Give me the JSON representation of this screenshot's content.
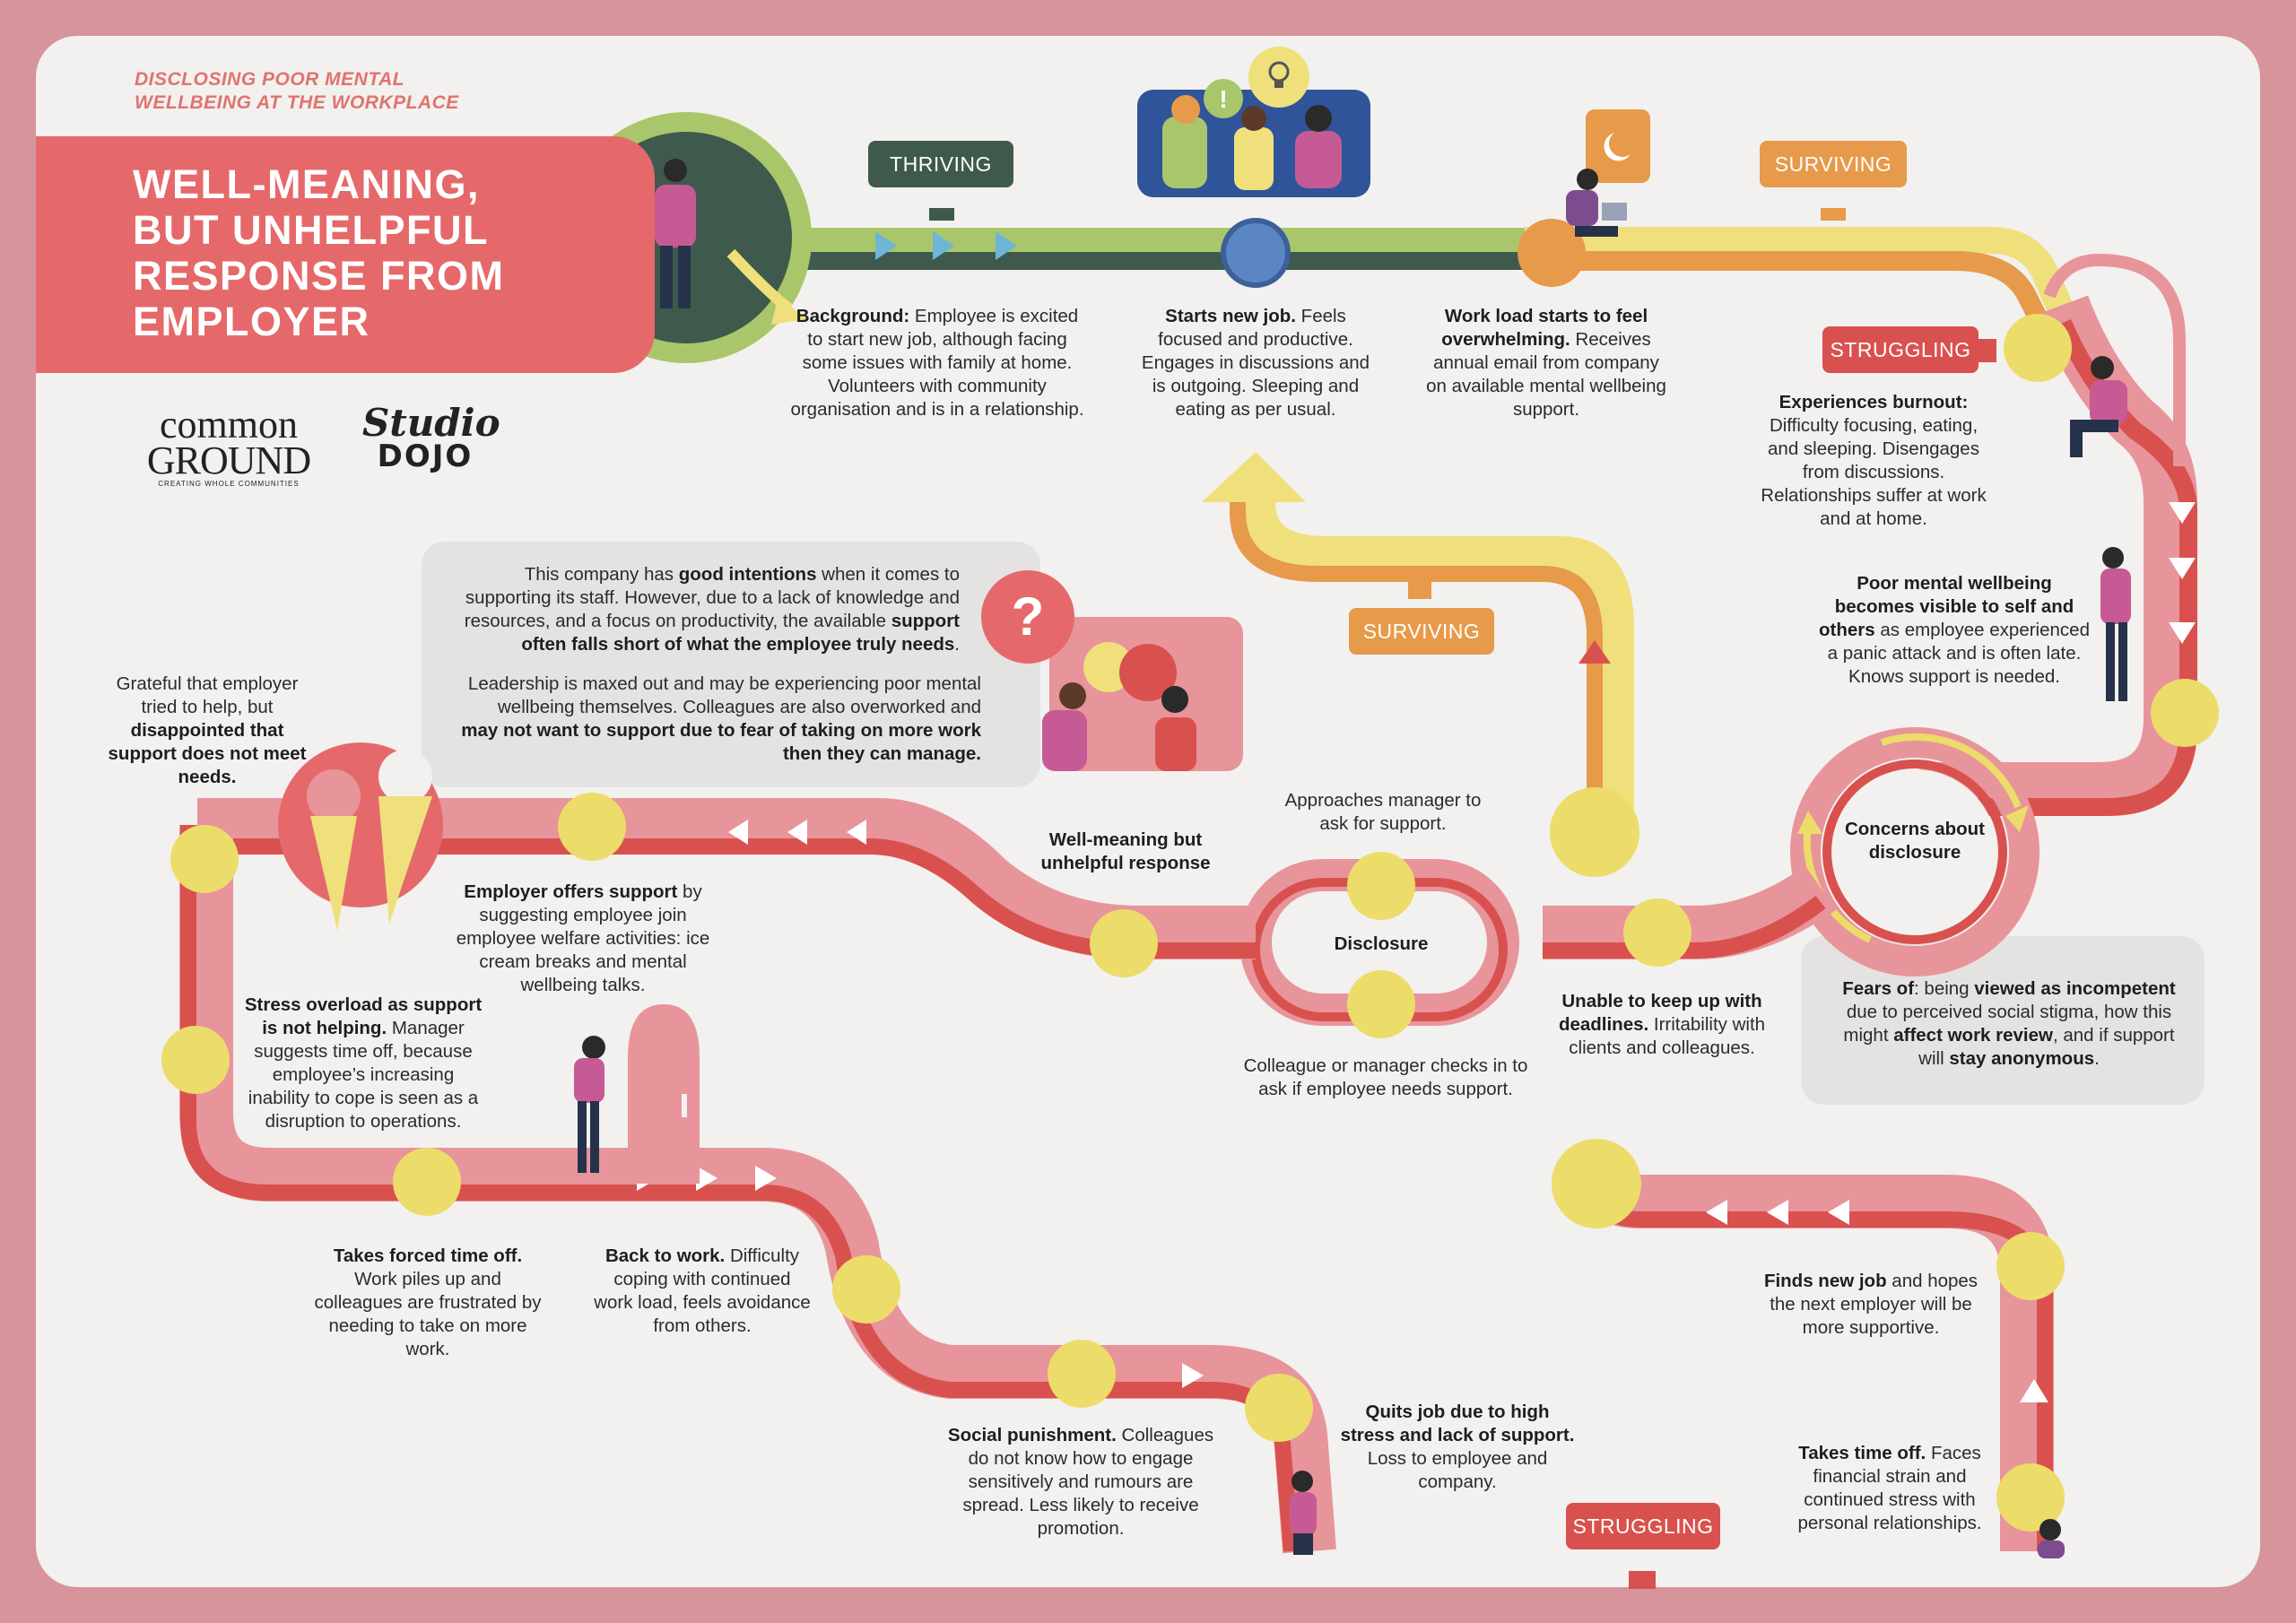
{
  "header": {
    "kicker": "DISCLOSING POOR MENTAL WELLBEING AT THE WORKPLACE",
    "title": "WELL-MEANING, BUT UNHELPFUL RESPONSE FROM EMPLOYER"
  },
  "logos": {
    "common_ground_line1": "common",
    "common_ground_line2": "GROUND",
    "common_ground_tagline": "CREATING WHOLE COMMUNITIES",
    "studio_dojo_line1": "Studio",
    "studio_dojo_line2": "DOJO"
  },
  "badges": {
    "thriving": "THRIVING",
    "surviving_top": "SURVIVING",
    "struggling_top": "STRUGGLING",
    "surviving_mid": "SURVIVING",
    "struggling_bottom": "STRUGGLING"
  },
  "steps": {
    "background": {
      "bold": "Background:",
      "text": " Employee is excited to start new job, although facing some issues with family at home. Volunteers with community organisation and is in a relationship."
    },
    "new_job": {
      "bold": "Starts new job.",
      "text": " Feels focused and productive. Engages in discussions and is outgoing. Sleeping and eating as per usual."
    },
    "workload": {
      "bold": "Work load starts to feel overwhelming.",
      "text": " Receives annual email from company on available mental wellbeing support."
    },
    "burnout": {
      "bold": "Experiences burnout:",
      "text": " Difficulty focusing, eating, and sleeping. Disengages from discussions. Relationships suffer at work and at home."
    },
    "visible_a": "Poor mental wellbeing becomes ",
    "visible_b": "visible to self and others",
    "visible_c": " as employee experienced a panic attack and is often late. Knows support is needed.",
    "concerns": "Concerns about disclosure",
    "fears_a": "Fears of",
    "fears_b": ": being ",
    "fears_c": "viewed as incompetent",
    "fears_d": " due to perceived social stigma, how this might ",
    "fears_e": "affect work review",
    "fears_f": ", and if support will ",
    "fears_g": "stay anonymous",
    "fears_h": ".",
    "unable": {
      "bold": "Unable to keep up with deadlines.",
      "text": " Irritability with clients and colleagues."
    },
    "approaches": "Approaches manager to ask for support.",
    "disclosure": "Disclosure",
    "checks_in": "Colleague or manager checks in to ask if employee needs support.",
    "well_meaning": "Well-meaning but unhelpful response",
    "company_a": "This company has ",
    "company_b": "good intentions",
    "company_c": " when it comes to supporting its staff. However, due to a lack of knowledge and resources, and a focus on productivity, the available ",
    "company_d": "support often falls short of what the employee truly needs",
    "company_e": ".",
    "leadership_a": "Leadership is maxed out and may be experiencing poor mental wellbeing themselves. Colleagues are also overworked and ",
    "leadership_b": "may not want to support due to fear of taking on more work then they can manage.",
    "offers": {
      "bold": "Employer offers support",
      "text": " by suggesting employee join employee welfare activities: ice cream breaks and mental wellbeing talks."
    },
    "grateful_a": "Grateful that employer tried to help, but ",
    "grateful_b": "disappointed that support does not meet needs.",
    "stress": {
      "bold": "Stress overload as support is not helping.",
      "text": " Manager suggests time off, because employee’s increasing inability to cope is seen as a disruption to operations."
    },
    "forced": {
      "bold": "Takes forced time off.",
      "text": " Work piles up and colleagues are frustrated by needing to take on more work."
    },
    "back": {
      "bold": "Back to work.",
      "text": " Difficulty coping with continued work load, feels avoidance from others."
    },
    "social": {
      "bold": "Social punishment.",
      "text": " Colleagues do not know how to engage sensitively and rumours are spread. Less likely to receive promotion."
    },
    "quits": {
      "bold": "Quits job due to high stress and lack of support.",
      "text": " Loss to employee and company."
    },
    "new_job2": {
      "bold": "Finds new job",
      "text": " and hopes the next employer will be more supportive."
    },
    "time_off": {
      "bold": "Takes time off.",
      "text": " Faces financial strain and continued stress with personal relationships."
    }
  },
  "icons": [
    "question-icon",
    "exclamation-icon",
    "idea-bulb-icon",
    "moon-icon",
    "ice-cream-icon"
  ],
  "colors": {
    "frame": "#d7949b",
    "paper": "#f2f1ef",
    "coral": "#e5696a",
    "red_path": "#d9514e",
    "pink_path": "#e8949b",
    "green_path": "#a9c76a",
    "dark_green": "#3f5a4c",
    "yellow": "#efe07c",
    "orange": "#e69a4a",
    "node": "#ecdc6a"
  }
}
